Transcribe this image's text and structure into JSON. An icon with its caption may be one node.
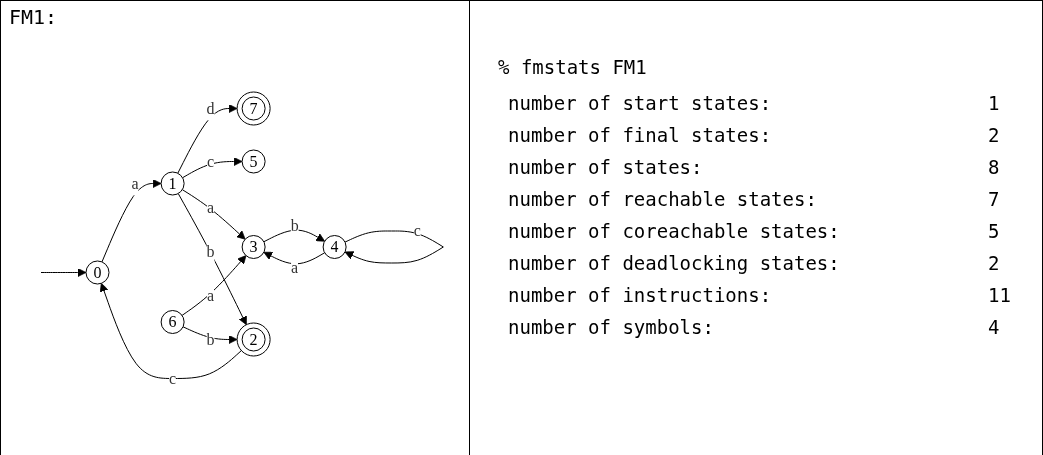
{
  "diagram": {
    "title": "FM1:",
    "nodes": [
      {
        "text": [
          "0"
        ]
      },
      {
        "text": [
          "1"
        ]
      },
      {
        "text": [
          "2"
        ]
      },
      {
        "text": [
          "3"
        ]
      },
      {
        "text": [
          "4"
        ]
      },
      {
        "text": [
          "5"
        ]
      },
      {
        "text": [
          "6"
        ]
      },
      {
        "text": [
          "7"
        ]
      }
    ],
    "edges": [
      {
        "from": null,
        "to": 0,
        "arrow": "to"
      },
      {
        "from": 0,
        "to": 1,
        "label": "a",
        "arrow": "to"
      },
      {
        "from": 1,
        "to": 7,
        "label": "d",
        "arrow": "to"
      },
      {
        "from": 1,
        "to": 5,
        "label": "c",
        "arrow": "to"
      },
      {
        "from": 1,
        "to": 3,
        "label": "a",
        "arrow": "to"
      },
      {
        "from": 1,
        "to": 2,
        "label": "b",
        "arrow": "to"
      },
      {
        "from": 3,
        "to": 4,
        "label": "b",
        "arrow": "to"
      },
      {
        "from": 4,
        "to": 3,
        "label": "a",
        "arrow": "to"
      },
      {
        "from": 4,
        "to": 4,
        "label": "c",
        "arrow": "to"
      },
      {
        "from": 6,
        "to": 3,
        "label": "a",
        "arrow": "to"
      },
      {
        "from": 6,
        "to": 2,
        "label": "b",
        "arrow": "to"
      },
      {
        "from": 2,
        "to": 0,
        "label": "c",
        "arrow": "to"
      }
    ],
    "labels": [
      "% fmstats FM1",
      "number of start states:",
      "1",
      "number of final states:",
      "2",
      "number of states:",
      "8",
      "number of reachable states:",
      "7",
      "number of coreachable states:",
      "5",
      "number of deadlocking states:",
      "2",
      "number of instructions:",
      "11",
      "number of symbols:",
      "4"
    ]
  }
}
